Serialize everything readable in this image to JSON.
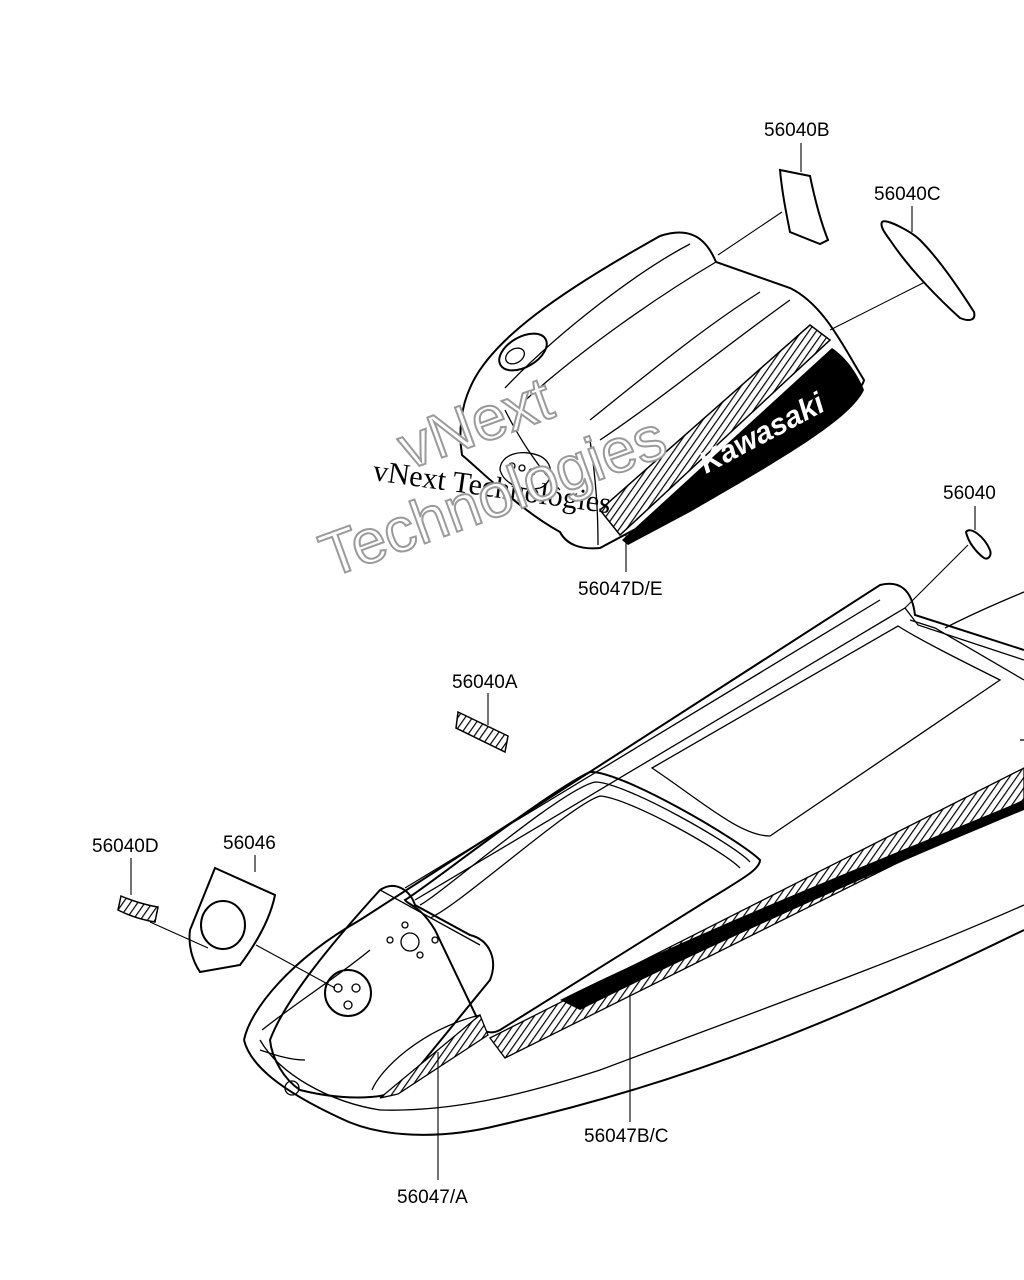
{
  "diagram": {
    "brand_text": "Kawasaki",
    "watermark": {
      "serif_text": "vNext Technologies",
      "outline_line1": "vNext",
      "outline_line2": "Technologies"
    },
    "part_labels": {
      "p56040B": "56040B",
      "p56040C": "56040C",
      "p56040": "56040",
      "p56047DE": "56047D/E",
      "p56040A": "56040A",
      "p56040D": "56040D",
      "p56046": "56046",
      "p56047BC": "56047B/C",
      "p56047A": "56047/A"
    }
  }
}
